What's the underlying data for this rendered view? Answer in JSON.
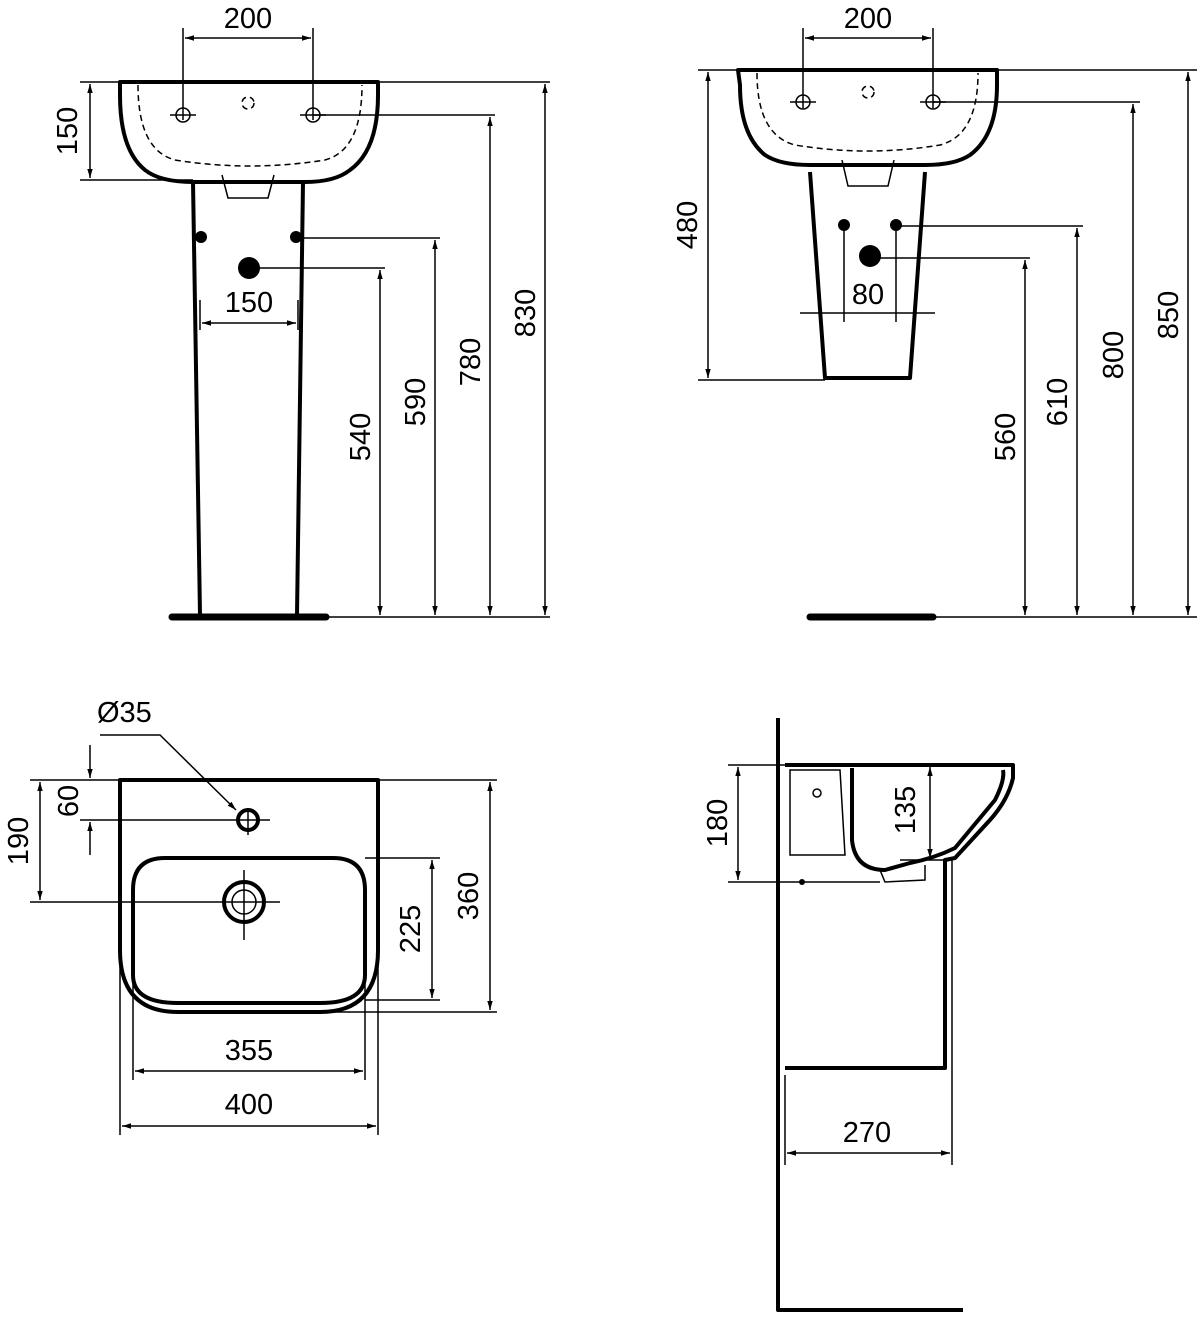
{
  "views": {
    "pedestal_front": {
      "top_holes": "200",
      "bowl_depth": "150",
      "pedestal_holes": "150",
      "waste_height": "540",
      "supply_height": "590",
      "tap_height": "780",
      "rim_height": "830"
    },
    "semi_pedestal_front": {
      "top_holes": "200",
      "semi_pedestal_height": "480",
      "supply_spacing": "80",
      "waste_height": "560",
      "supply_height": "610",
      "tap_height": "800",
      "rim_height": "850"
    },
    "top_view": {
      "tap_hole_diameter": "Ø35",
      "tap_hole_offset": "60",
      "drain_offset": "190",
      "bowl_depth": "225",
      "overall_depth": "360",
      "bowl_width": "355",
      "overall_width": "400"
    },
    "side_view": {
      "overall_height": "180",
      "bowl_height": "135",
      "projection": "270"
    }
  }
}
